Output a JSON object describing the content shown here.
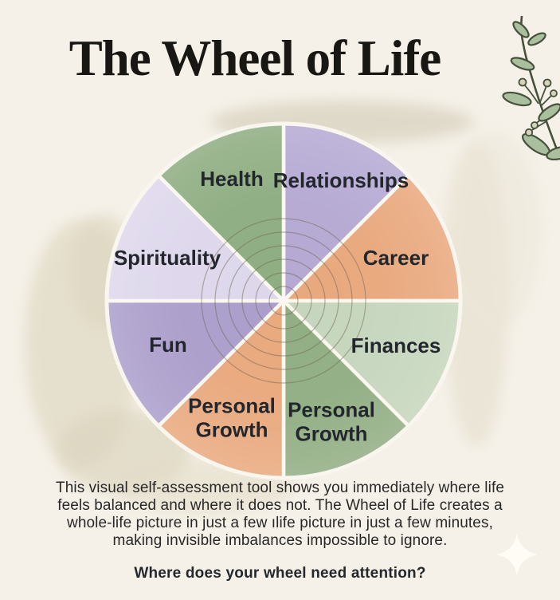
{
  "title": "The Wheel of Life",
  "wheel": {
    "divider_color": "#faf7ef",
    "ring_color": "#6f6355",
    "rings": [
      18,
      35,
      52,
      69,
      86,
      103
    ],
    "segments": [
      {
        "id": "relationships",
        "label": "Relationships",
        "color": "#b5a9d3",
        "start_deg": 0,
        "end_deg": 45
      },
      {
        "id": "career",
        "label": "Career",
        "color": "#e9a87d",
        "start_deg": 45,
        "end_deg": 90
      },
      {
        "id": "finances",
        "label": "Finances",
        "color": "#c6d6bd",
        "start_deg": 90,
        "end_deg": 135
      },
      {
        "id": "personal-growth-right",
        "label": "Personal Growth",
        "color": "#91ae83",
        "start_deg": 135,
        "end_deg": 180
      },
      {
        "id": "personal-growth-left",
        "label": "Personal Growth",
        "color": "#e9a97e",
        "start_deg": 180,
        "end_deg": 225
      },
      {
        "id": "fun",
        "label": "Fun",
        "color": "#ab9ecb",
        "start_deg": 225,
        "end_deg": 270
      },
      {
        "id": "spirituality",
        "label": "Spirituality",
        "color": "#ded7ec",
        "start_deg": 270,
        "end_deg": 315
      },
      {
        "id": "health",
        "label": "Health",
        "color": "#8ead81",
        "start_deg": 315,
        "end_deg": 360
      }
    ]
  },
  "description": {
    "lines": [
      "This visual self-assessment tool shows you immediately where life",
      "feels balanced and where it does not. The Wheel of Life creates a",
      "whole-life picture in just a few ılife picture in just a few minutes,",
      "making invisible imbalances impossible to ignore."
    ]
  },
  "question": "Where does your wheel need attention?",
  "decorations": {
    "top_right": "botanical-branch",
    "bottom_right": "sparkle"
  },
  "colors": {
    "background": "#f5f1e8",
    "title_text": "#191714",
    "body_text": "#282828",
    "watercolor_wash": "#ddd6c2"
  }
}
